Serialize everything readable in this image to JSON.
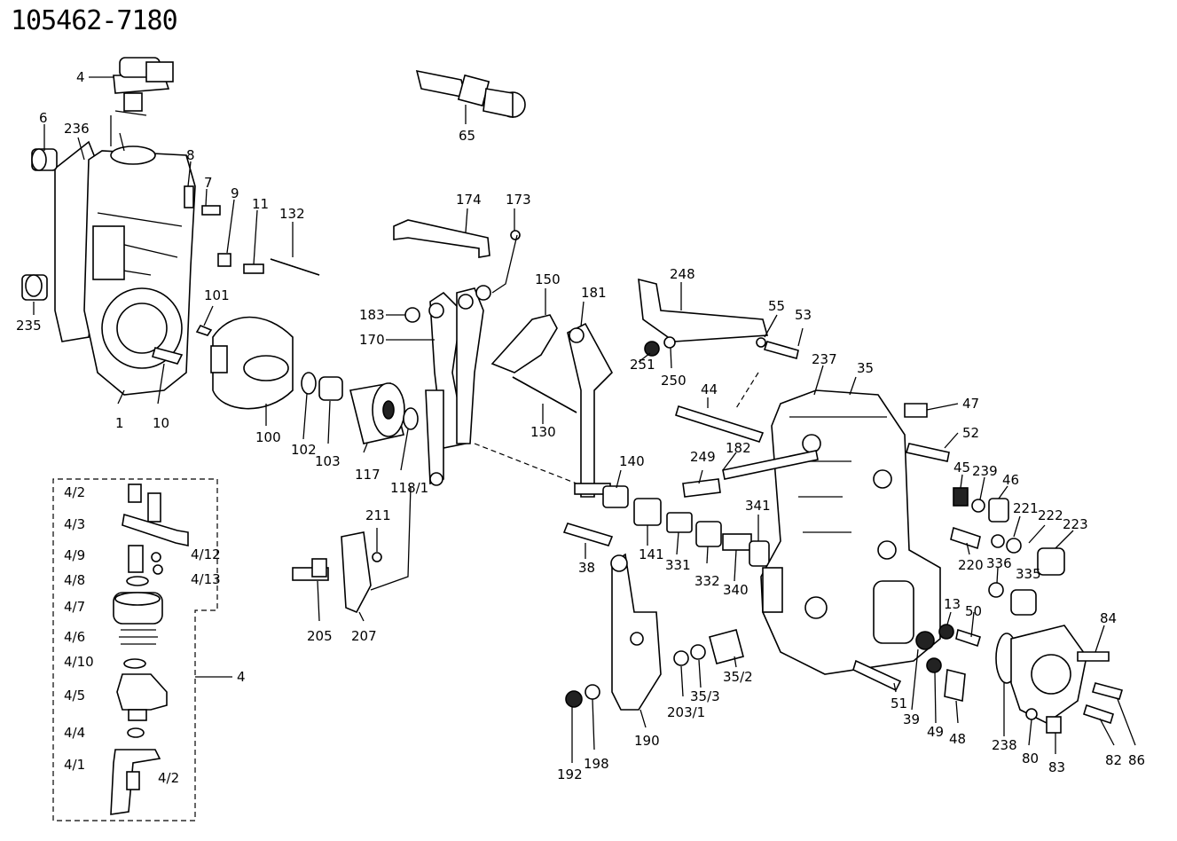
{
  "title": "105462-7180",
  "labels": {
    "l4": "4",
    "l6": "6",
    "l236": "236",
    "l8": "8",
    "l7": "7",
    "l9": "9",
    "l11": "11",
    "l132": "132",
    "l235": "235",
    "l101": "101",
    "l1": "1",
    "l10": "10",
    "l100": "100",
    "l102": "102",
    "l103": "103",
    "l117": "117",
    "l118_1": "118/1",
    "l65": "65",
    "l174": "174",
    "l173": "173",
    "l183": "183",
    "l170": "170",
    "l150": "150",
    "l130": "130",
    "l181": "181",
    "l140": "140",
    "l211": "211",
    "l205": "205",
    "l207": "207",
    "l38": "38",
    "l141": "141",
    "l331": "331",
    "l332": "332",
    "l340": "340",
    "l341": "341",
    "l248": "248",
    "l55": "55",
    "l53": "53",
    "l251": "251",
    "l250": "250",
    "l237": "237",
    "l35": "35",
    "l44": "44",
    "l47": "47",
    "l52": "52",
    "l182": "182",
    "l249": "249",
    "l45": "45",
    "l239": "239",
    "l46": "46",
    "l221": "221",
    "l222": "222",
    "l223": "223",
    "l220": "220",
    "l336": "336",
    "l335": "335",
    "l13": "13",
    "l50": "50",
    "l84": "84",
    "l51": "51",
    "l39": "39",
    "l49": "49",
    "l48": "48",
    "l238": "238",
    "l80": "80",
    "l83": "83",
    "l82": "82",
    "l86": "86",
    "l35_2": "35/2",
    "l35_3": "35/3",
    "l203_1": "203/1",
    "l190": "190",
    "l192": "192",
    "l198": "198",
    "k4_2a": "4/2",
    "k4_3": "4/3",
    "k4_9": "4/9",
    "k4_12": "4/12",
    "k4_13": "4/13",
    "k4_8": "4/8",
    "k4_7": "4/7",
    "k4_6": "4/6",
    "k4_10": "4/10",
    "k4_5": "4/5",
    "k4_4": "4/4",
    "k4_1": "4/1",
    "k4_2b": "4/2",
    "k4": "4"
  }
}
